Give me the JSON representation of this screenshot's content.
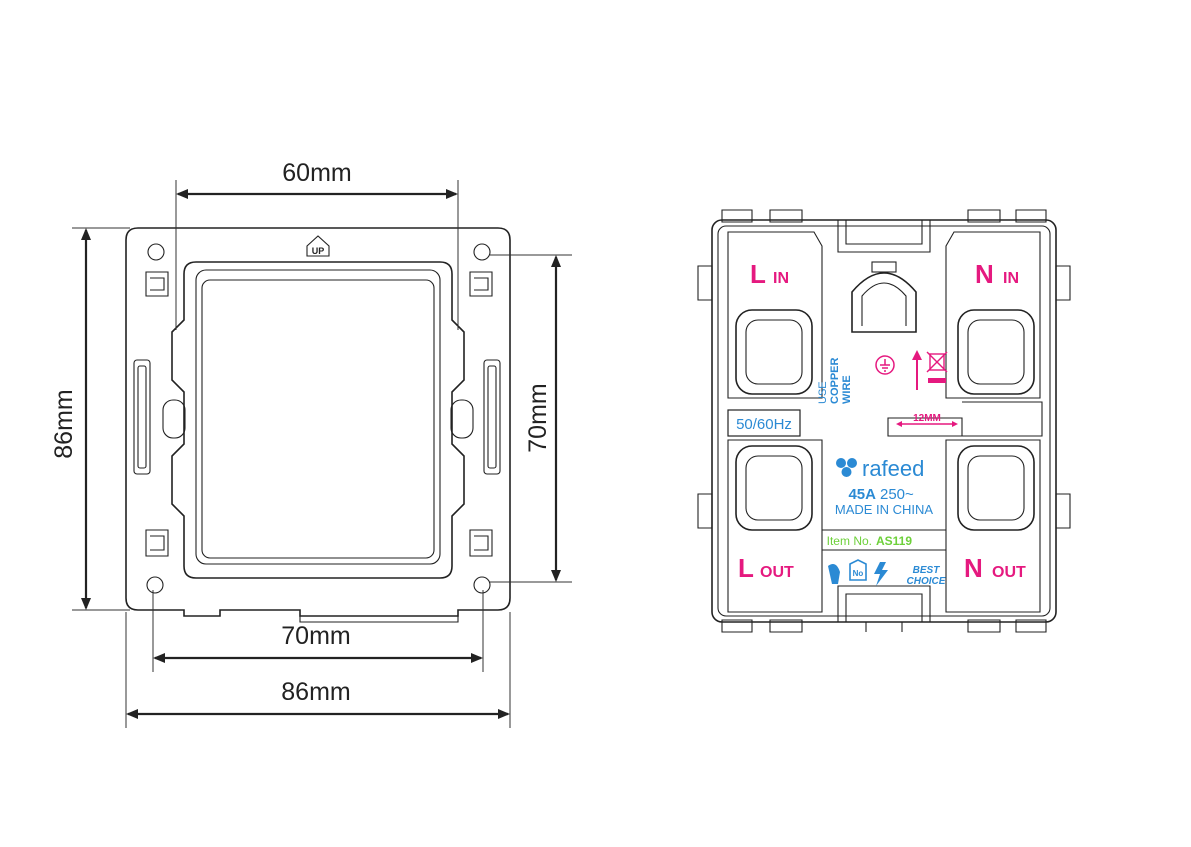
{
  "dimensions": {
    "top_width": "60mm",
    "left_height": "86mm",
    "right_height": "70mm",
    "bottom_inner": "70mm",
    "bottom_outer": "86mm"
  },
  "plate": {
    "up_mark": "UP"
  },
  "terminals": {
    "l_in_letter": "L",
    "l_in_sub": "IN",
    "n_in_letter": "N",
    "n_in_sub": "IN",
    "l_out_letter": "L",
    "l_out_sub": "OUT",
    "n_out_letter": "N",
    "n_out_sub": "OUT"
  },
  "labels": {
    "use": "USE",
    "copper": "COPPER",
    "wire": "WIRE",
    "frequency": "50/60Hz",
    "strip_length": "12MM",
    "brand": "rafeed",
    "rating_bold": "45A",
    "rating_rest": "250~",
    "made_in": "MADE IN CHINA",
    "item_prefix": "Item No.",
    "item_number": "AS119",
    "best": "BEST",
    "choice": "CHOICE",
    "no": "No"
  },
  "colors": {
    "pink": "#e5197f",
    "blue": "#2b8ad4",
    "green": "#6dd03a",
    "line": "#222222"
  }
}
